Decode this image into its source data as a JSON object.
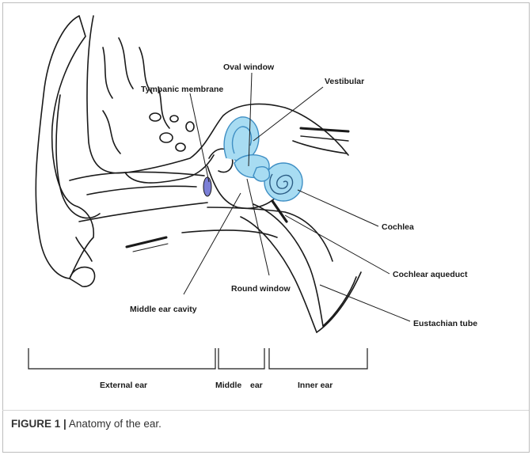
{
  "figure": {
    "number": "FIGURE 1 |",
    "caption": "Anatomy of the ear."
  },
  "labels": {
    "oval_window": "Oval window",
    "vestibular": "Vestibular",
    "tympanic_membrane": "Tympanic membrane",
    "cochlea": "Cochlea",
    "cochlear_aqueduct": "Cochlear aqueduct",
    "round_window": "Round window",
    "middle_ear_cavity": "Middle ear cavity",
    "eustachian_tube": "Eustachian tube"
  },
  "sections": {
    "external": "External ear",
    "middle": "Middle",
    "middle_ear": "ear",
    "inner": "Inner ear"
  },
  "colors": {
    "inner_ear_fill": "#a8dcf2",
    "inner_ear_stroke": "#3f8fc4",
    "tympanic_fill": "#7b7fd6",
    "line": "#1a1a1a"
  }
}
